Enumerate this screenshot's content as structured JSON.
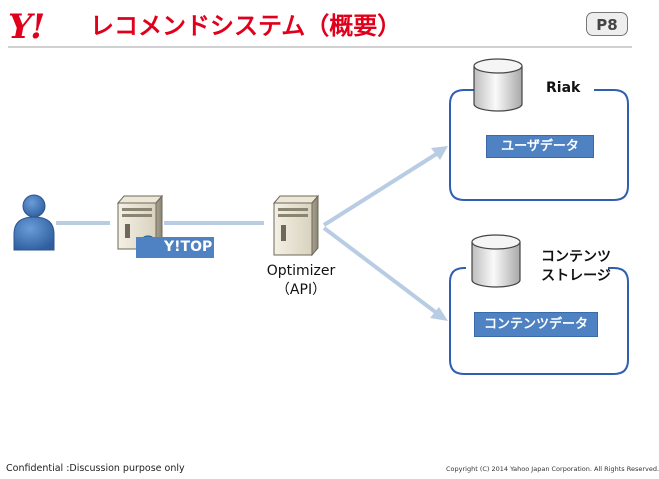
{
  "header": {
    "logo_text": "Y!",
    "title": "レコメンドシステム（概要）",
    "page_badge": "P8"
  },
  "nodes": {
    "ytop_label": "Y!TOP",
    "optimizer_name": "Optimizer",
    "optimizer_api": "（API）"
  },
  "storage": {
    "riak_title": "Riak",
    "riak_data": "ユーザデータ",
    "contents_title_line1": "コンテンツ",
    "contents_title_line2": "ストレージ",
    "contents_data": "コンテンツデータ"
  },
  "footer": {
    "left": "Confidential :Discussion purpose only",
    "right": "Copyright (C) 2014 Yahoo Japan Corporation. All Rights Reserved."
  },
  "colors": {
    "brand_red": "#e0001b",
    "storage_border": "#2e5fb0",
    "data_box": "#4f82c3",
    "arrow": "#b8cce4"
  },
  "icons": [
    "user-icon",
    "server-icon",
    "globe-icon",
    "database-icon"
  ]
}
